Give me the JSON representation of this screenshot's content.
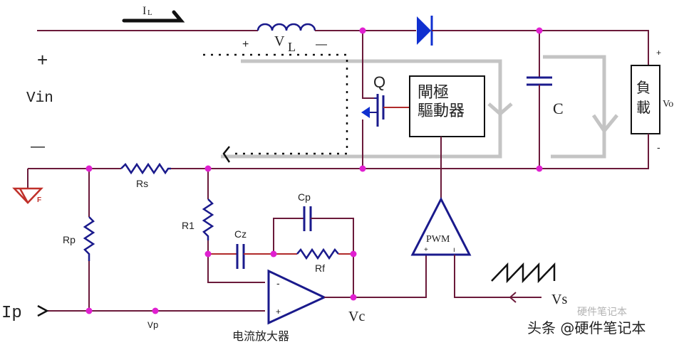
{
  "labels": {
    "inductor_current": "IL",
    "inductor_current_main": "I",
    "inductor_current_sub": "L",
    "inductor_voltage_main": "V",
    "inductor_voltage_sub": "L",
    "inductor_plus": "+",
    "inductor_minus": "—",
    "vin": "Vin",
    "vin_plus": "+",
    "vin_minus": "—",
    "switch": "Q",
    "gate_driver_line1": "閘極",
    "gate_driver_line2": "驅動器",
    "capacitor": "C",
    "load": "負載",
    "load_char1": "負",
    "load_char2": "載",
    "vo": "Vo",
    "vo_plus": "+",
    "vo_minus": "-",
    "rs": "Rs",
    "rp": "Rp",
    "r1": "R1",
    "cz": "Cz",
    "cp": "Cp",
    "rf": "Rf",
    "opamp_minus": "-",
    "opamp_plus": "+",
    "opamp_name": "电流放大器",
    "vc": "Vc",
    "pwm": "PWM",
    "pwm_plus": "+",
    "pwm_minus": "ı",
    "vs": "Vs",
    "ip": "Ip",
    "vp": "Vp",
    "ground_tag": "F"
  },
  "watermark": {
    "line1": "硬件笔记本",
    "line2": "头条 @硬件笔记本"
  },
  "colors": {
    "wire": "#6b1a3a",
    "component": "#1a1a8c",
    "node": "#e020d0",
    "current_loop": "#c4c4c4",
    "ground": "#c0302a",
    "diode": "#1030d0"
  }
}
